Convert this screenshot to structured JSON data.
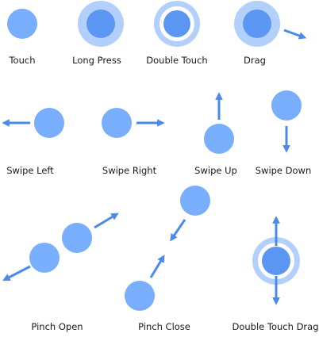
{
  "colors": {
    "finger": "#78aefb",
    "finger_inner": "#5b97f2",
    "press_halo": "#b3d0fc",
    "arrow": "#4a8aec",
    "label_text": "#1a1a1a"
  },
  "gestures": [
    {
      "id": "touch",
      "label": "Touch",
      "icon": "finger-dot-icon"
    },
    {
      "id": "long_press",
      "label": "Long Press",
      "icon": "finger-halo-icon"
    },
    {
      "id": "double_touch",
      "label": "Double Touch",
      "icon": "finger-ring-icon"
    },
    {
      "id": "drag",
      "label": "Drag",
      "icon": "finger-halo-arrow-icon"
    },
    {
      "id": "swipe_left",
      "label": "Swipe Left",
      "icon": "arrow-left-icon"
    },
    {
      "id": "swipe_right",
      "label": "Swipe Right",
      "icon": "arrow-right-icon"
    },
    {
      "id": "swipe_up",
      "label": "Swipe Up",
      "icon": "arrow-up-icon"
    },
    {
      "id": "swipe_down",
      "label": "Swipe Down",
      "icon": "arrow-down-icon"
    },
    {
      "id": "pinch_open",
      "label": "Pinch Open",
      "icon": "two-fingers-outward-icon"
    },
    {
      "id": "pinch_close",
      "label": "Pinch Close",
      "icon": "two-fingers-inward-icon"
    },
    {
      "id": "double_touch_drag",
      "label": "Double Touch Drag",
      "icon": "finger-ring-vertical-arrows-icon"
    }
  ]
}
